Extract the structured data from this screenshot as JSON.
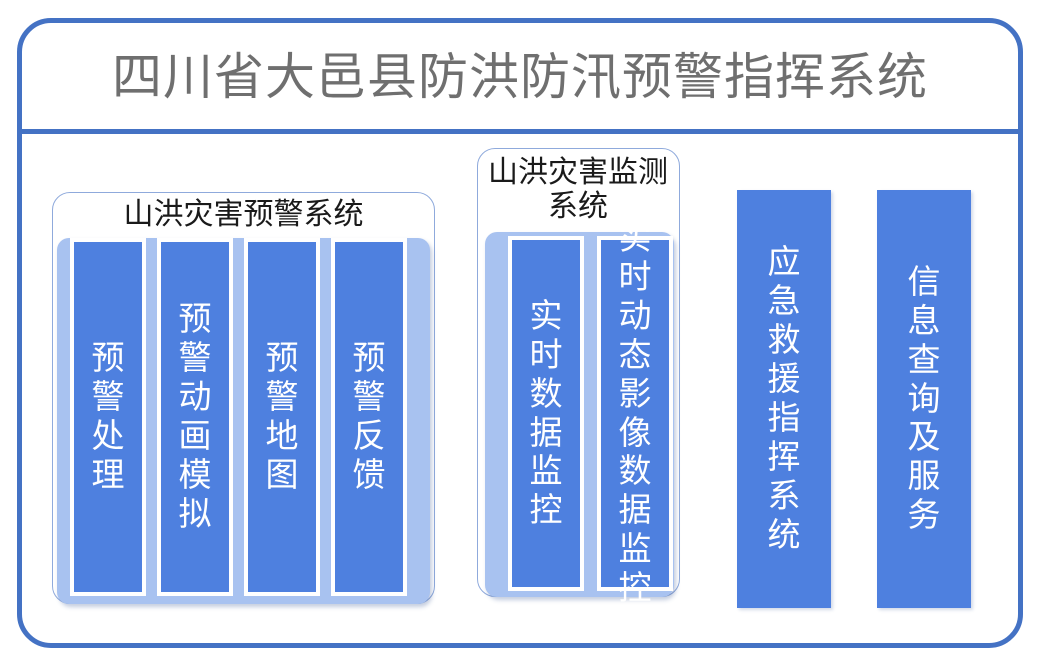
{
  "header": {
    "title": "四川省大邑县防洪防汛预警指挥系统",
    "title_color": "#6f6f6f",
    "divider_color": "#4472C4"
  },
  "theme": {
    "frame_border": "#4472C4",
    "bar_fill": "#4E80DF",
    "panel_fill": "#A8C2F0",
    "group_border": "#8FAADC",
    "bar_text": "#ffffff"
  },
  "groups": [
    {
      "id": "warning-system",
      "title": "山洪灾害预警系统",
      "items": [
        {
          "label": "预警处理"
        },
        {
          "label": "预警动画模拟"
        },
        {
          "label": "预警地图"
        },
        {
          "label": "预警反馈"
        }
      ]
    },
    {
      "id": "monitoring-system",
      "title": "山洪灾害监测系统",
      "items": [
        {
          "label": "实时数据监控"
        },
        {
          "label": "实时动态影像数据监控"
        }
      ]
    }
  ],
  "standalone": [
    {
      "id": "emergency-rescue",
      "label": "应急救援指挥系统"
    },
    {
      "id": "info-query",
      "label": "信息查询及服务"
    }
  ]
}
